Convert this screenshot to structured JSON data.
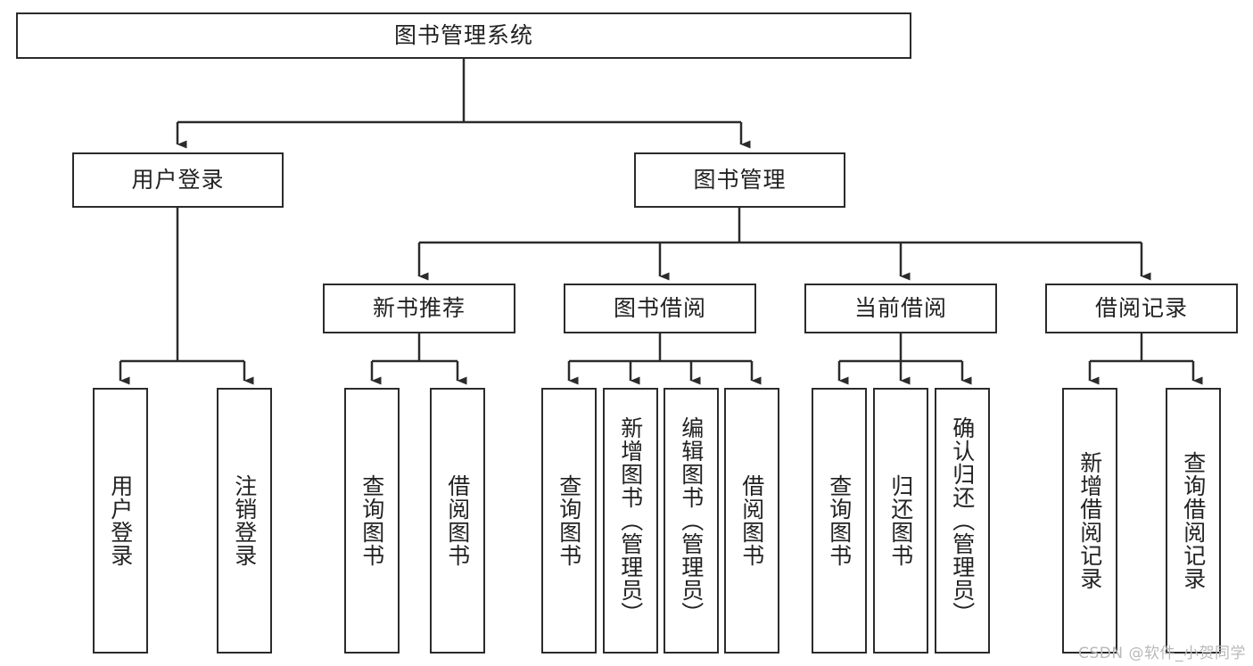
{
  "diagram": {
    "title": "图书管理系统",
    "watermark": "CSDN @软件_小贺同学",
    "colors": {
      "stroke": "#2b2b2b",
      "box_fill": "#ffffff",
      "text": "#222222",
      "background": "#ffffff",
      "watermark": "#b9b9b9"
    },
    "root": {
      "label": "图书管理系统"
    },
    "level2": [
      {
        "label": "用户登录"
      },
      {
        "label": "图书管理"
      }
    ],
    "level3": [
      {
        "label": "新书推荐"
      },
      {
        "label": "图书借阅"
      },
      {
        "label": "当前借阅"
      },
      {
        "label": "借阅记录"
      }
    ],
    "leaves": {
      "user_login": [
        {
          "label": "用户登录"
        },
        {
          "label": "注销登录"
        }
      ],
      "new_book_recommend": [
        {
          "label": "查询图书"
        },
        {
          "label": "借阅图书"
        }
      ],
      "book_borrow": [
        {
          "label": "查询图书"
        },
        {
          "label": "新增图书（管理员）"
        },
        {
          "label": "编辑图书（管理员）"
        },
        {
          "label": "借阅图书"
        }
      ],
      "current_borrow": [
        {
          "label": "查询图书"
        },
        {
          "label": "归还图书"
        },
        {
          "label": "确认归还（管理员）"
        }
      ],
      "borrow_record": [
        {
          "label": "新增借阅记录"
        },
        {
          "label": "查询借阅记录"
        }
      ]
    }
  }
}
